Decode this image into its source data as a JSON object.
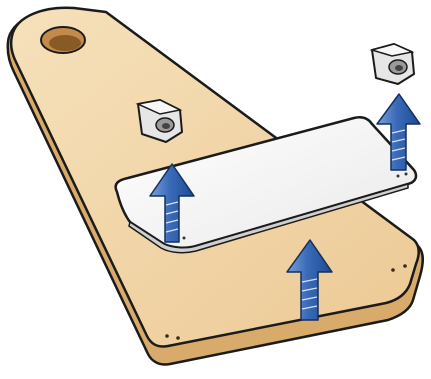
{
  "illustration": {
    "parts": [
      {
        "name": "wooden-base-plate"
      },
      {
        "name": "white-cover-panel"
      },
      {
        "name": "mounting-clip-left"
      },
      {
        "name": "mounting-clip-right"
      }
    ],
    "arrows": [
      {
        "name": "lift-arrow-panel-left"
      },
      {
        "name": "lift-arrow-panel-center"
      },
      {
        "name": "lift-arrow-clip-right"
      }
    ],
    "colors": {
      "wood_top": "#f2d7ab",
      "wood_edge": "#d9ab6a",
      "wood_dark": "#b98748",
      "outline": "#1b1b1b",
      "panel": "#f4f4f4",
      "clip": "#e4e4e4",
      "arrow": "#2f5ea8",
      "arrow_light": "#6f96d2"
    }
  }
}
